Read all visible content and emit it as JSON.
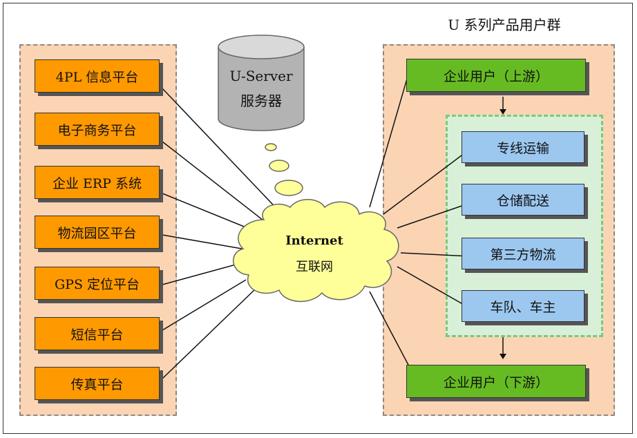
{
  "group_title": "U 系列产品用户群",
  "server": {
    "name": "U-Server",
    "subtitle": "服务器"
  },
  "cloud": {
    "name": "Internet",
    "subtitle": "互联网"
  },
  "platforms": [
    "4PL 信息平台",
    "电子商务平台",
    "企业 ERP 系统",
    "物流园区平台",
    "GPS 定位平台",
    "短信平台",
    "传真平台"
  ],
  "upstream": "企业用户（上游）",
  "downstream": "企业用户（下游）",
  "services": [
    "专线运输",
    "仓储配送",
    "第三方物流",
    "车队、车主"
  ],
  "colors": {
    "platform": "#ff9900",
    "enterprise": "#66bb22",
    "service": "#9cc8f0",
    "panel": "#fbd4b4",
    "cloud": "#ffff99",
    "server": "#b3b3b3"
  }
}
